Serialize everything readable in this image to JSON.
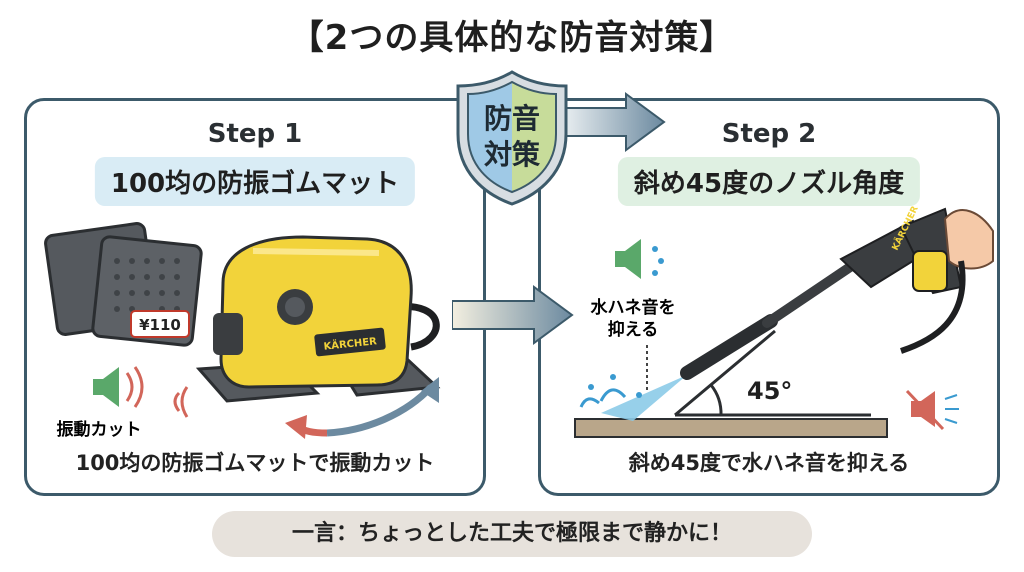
{
  "title": "【2つの具体的な防音対策】",
  "shield": {
    "line1": "防音",
    "line2": "対策"
  },
  "step1": {
    "label": "Step 1",
    "title": "100均の防振ゴムマット",
    "price_tag": "¥110",
    "device_brand": "KÄRCHER",
    "sound_label": "振動カット",
    "caption": "100均の防振ゴムマットで振動カット"
  },
  "step2": {
    "label": "Step 2",
    "title": "斜め45度のノズル角度",
    "sound_label_1": "水ハネ音を",
    "sound_label_2": "抑える",
    "angle": "45°",
    "gun_brand": "KÄRCHER",
    "caption": "斜め45度で水ハネ音を抑える"
  },
  "footer": "一言：ちょっとした工夫で極限まで静かに！",
  "colors": {
    "panel_border": "#3c5a6a",
    "step1_highlight": "#d9ecf5",
    "step2_highlight": "#dff0e2",
    "device_yellow": "#f2d33a",
    "footer_bg": "#e7e2dc",
    "arrow": "#3c5a6a"
  }
}
